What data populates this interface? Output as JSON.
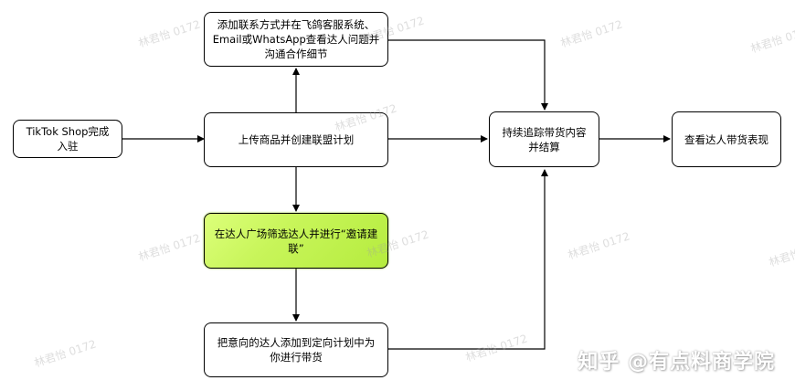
{
  "nodes": {
    "tiktok_shop": "TikTok Shop完成入驻",
    "upload_products": "上传商品并创建联盟计划",
    "add_contact": "添加联系方式并在飞鸽客服系统、Email或WhatsApp查看达人问题并沟通合作细节",
    "filter_creators": "在达人广场筛选达人并进行“邀请建联”",
    "add_to_plan": "把意向的达人添加到定向计划中为你进行带货",
    "track_settle": "持续追踪带货内容并结算",
    "view_performance": "查看达人带货表现"
  },
  "watermark": "林君怡 0172",
  "logo_text": "知乎 @有点料商学院",
  "colors": {
    "highlight": "#c8f55a",
    "stroke": "#000000"
  }
}
